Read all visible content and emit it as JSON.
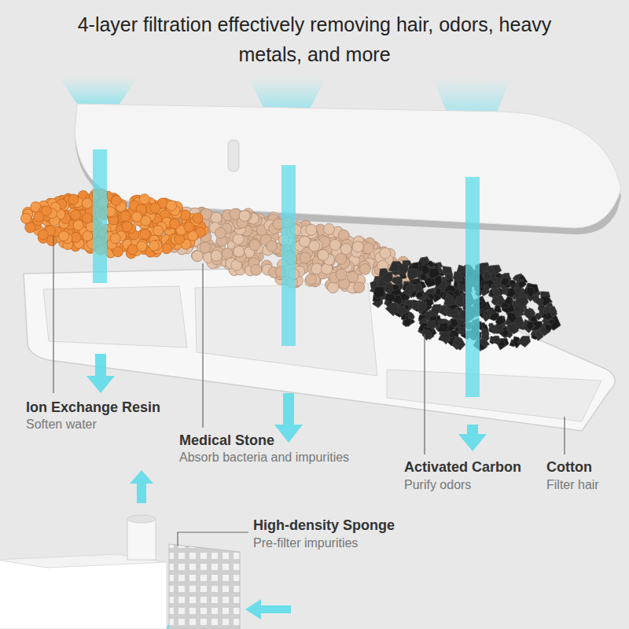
{
  "diagram": {
    "title": "4-layer filtration effectively removing hair, odors, heavy metals, and more",
    "labels": [
      "Ion Exchange Resin",
      "Soften water",
      "Medical Stone",
      "Absorb bacteria and impurities",
      "Activated Carbon",
      "Purify odors",
      "Cotton",
      "Filter hair",
      "High-density Sponge",
      "Pre-filter impurities"
    ]
  }
}
